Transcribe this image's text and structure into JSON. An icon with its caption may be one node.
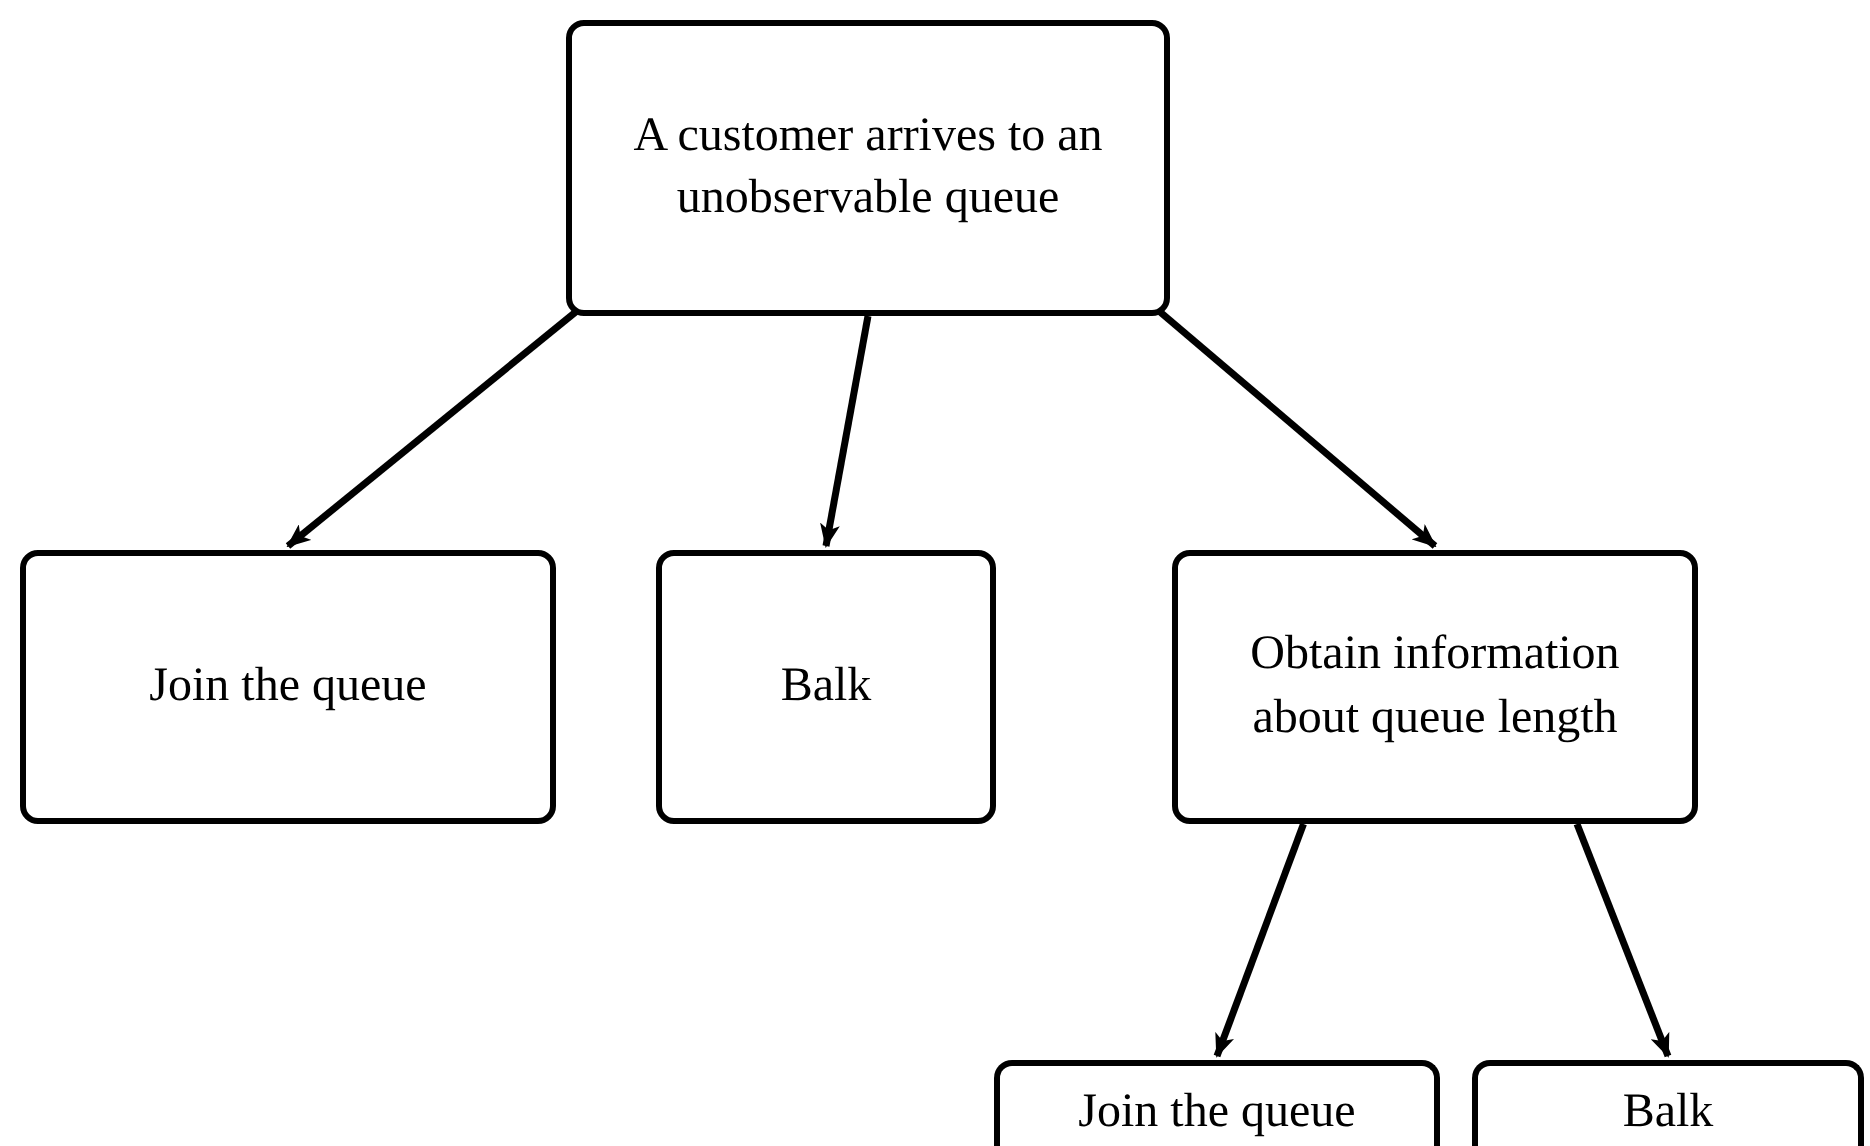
{
  "diagram": {
    "nodes": [
      {
        "text": [
          "A customer arrives to an unobservable queue"
        ]
      },
      {
        "text": [
          "Join the queue"
        ]
      },
      {
        "text": [
          "Balk"
        ]
      },
      {
        "text": [
          "Obtain information about queue length"
        ]
      },
      {
        "text": [
          "Join the queue"
        ]
      },
      {
        "text": [
          "Balk"
        ]
      }
    ],
    "edges": [
      {
        "from": 0,
        "to": 1,
        "arrow": "to"
      },
      {
        "from": 0,
        "to": 2,
        "arrow": "to"
      },
      {
        "from": 0,
        "to": 3,
        "arrow": "to"
      },
      {
        "from": 3,
        "to": 4,
        "arrow": "to"
      },
      {
        "from": 3,
        "to": 5,
        "arrow": "to"
      }
    ]
  }
}
